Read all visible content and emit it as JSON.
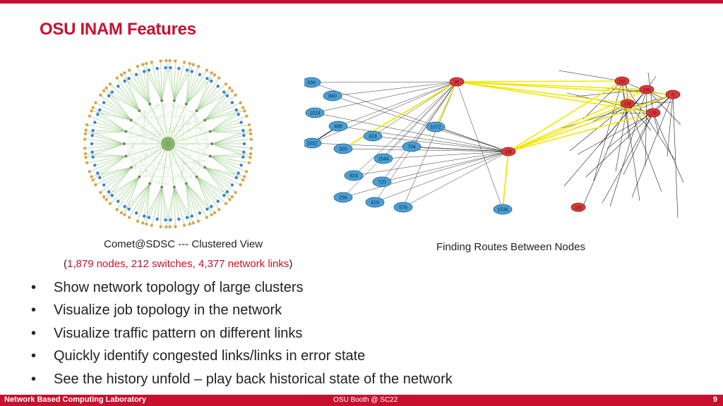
{
  "slide": {
    "title": "OSU INAM Features",
    "left_caption": "Comet@SDSC --- Clustered View",
    "stats_open": "(",
    "stats_text": "1,879 nodes, 212 switches, 4,377 network links",
    "stats_close": ")",
    "right_caption": "Finding Routes Between Nodes",
    "bullets": [
      "Show network topology of large clusters",
      "Visualize job topology in the network",
      "Visualize traffic pattern on different links",
      "Quickly identify congested links/links in error state",
      "See the history unfold – play back historical state of the network"
    ]
  },
  "route_graph": {
    "blue_nodes": [
      "336",
      "840",
      "1024",
      "488",
      "424",
      "1072",
      "1032",
      "320",
      "704",
      "1544",
      "824",
      "720",
      "256",
      "416",
      "576",
      "1536"
    ],
    "red_nodes": [
      "85",
      "186",
      "119",
      "152",
      "165",
      "108",
      "5",
      "179"
    ]
  },
  "footer": {
    "lab": "Network Based Computing Laboratory",
    "event": "OSU Booth @ SC22",
    "page": "9"
  },
  "colors": {
    "accent": "#c8102e",
    "node_blue": "#4a9fd4",
    "node_red": "#d9393c",
    "route_yellow": "#f2e600"
  }
}
